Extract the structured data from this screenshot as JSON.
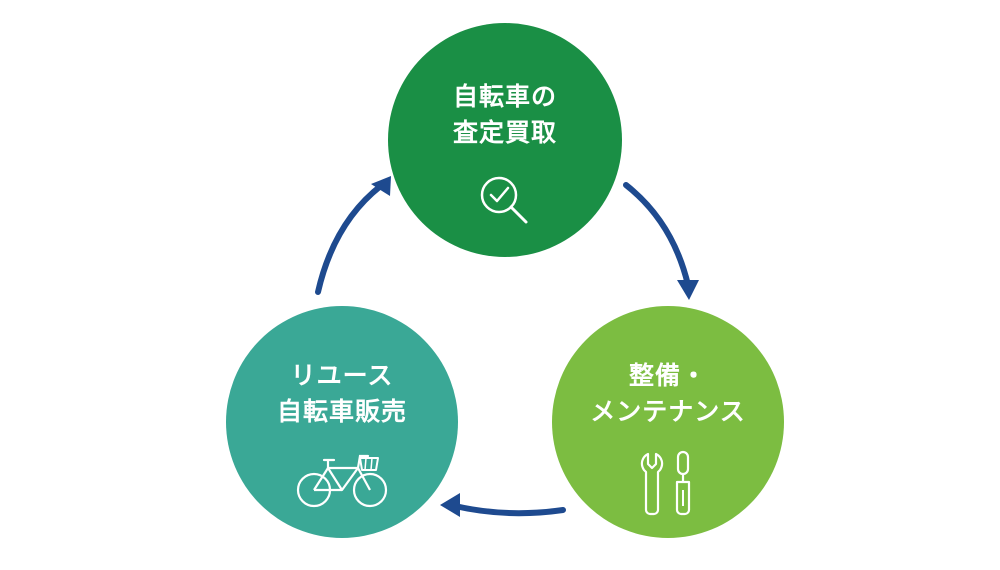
{
  "nodes": [
    {
      "id": "top",
      "lines": [
        "自転車の",
        "査定買取"
      ],
      "icon": "magnifier-check-icon",
      "color": "#1a8f45"
    },
    {
      "id": "right",
      "lines": [
        "整備・",
        "メンテナンス"
      ],
      "icon": "wrench-screwdriver-icon",
      "color": "#7cbd41"
    },
    {
      "id": "left",
      "lines": [
        "リユース",
        "自転車販売"
      ],
      "icon": "bicycle-icon",
      "color": "#3aa896"
    }
  ],
  "arrow_color": "#1e4a8f",
  "flow": "clockwise"
}
